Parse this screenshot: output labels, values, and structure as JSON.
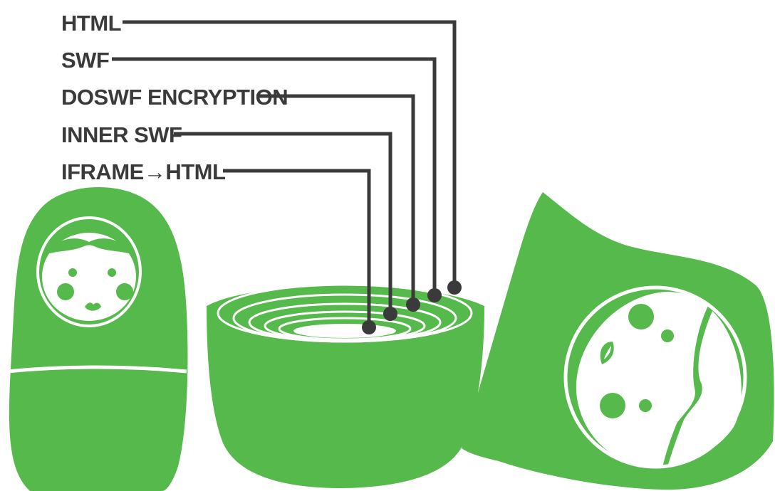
{
  "layers": [
    {
      "label": "HTML"
    },
    {
      "label": "SWF"
    },
    {
      "label": "DOSWF ENCRYPTION"
    },
    {
      "label": "INNER SWF"
    },
    {
      "label": "IFRAME→HTML"
    }
  ],
  "colors": {
    "doll_green": "#55b94b",
    "line_dark": "#3a3a3a",
    "background": "#ffffff"
  },
  "icons": {
    "left_doll": "matryoshka-doll-icon",
    "open_doll_base": "open-doll-base-icon",
    "open_doll_top": "open-doll-top-icon"
  }
}
